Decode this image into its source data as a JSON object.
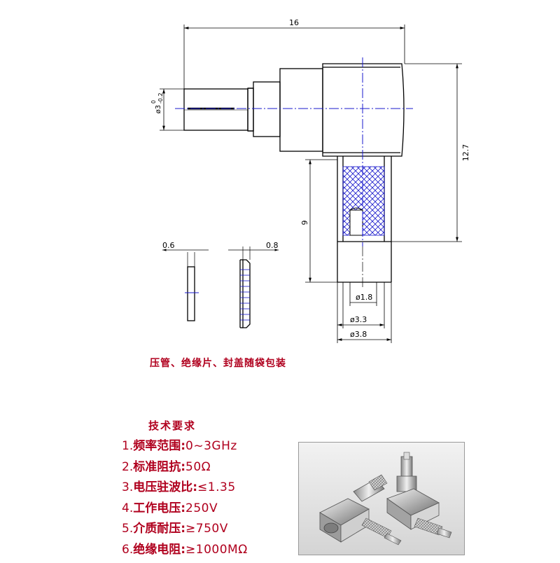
{
  "drawing": {
    "dims": {
      "overall_length": "16",
      "height": "12.7",
      "pin_length": "9",
      "pin_dia": "ø1.8",
      "insulator_dia": "ø3.3",
      "outer_dia": "ø3.8",
      "ferrule_dia_main": "ø3",
      "ferrule_tol_upper": "0",
      "ferrule_tol_lower": "-0.2",
      "washer_thin": "0.6",
      "washer_thick": "0.8"
    },
    "colors": {
      "outline": "#000000",
      "centerline": "#1a1acc",
      "hatch": "#1a1acc",
      "text_red": "#b0001e"
    }
  },
  "note": "压管、绝缘片、封盖随袋包装",
  "specs": {
    "title": "技术要求",
    "items": [
      {
        "num": "1.",
        "label": "频率范围:",
        "value": "0~3GHz"
      },
      {
        "num": "2.",
        "label": "标准阻抗:",
        "value": "50Ω"
      },
      {
        "num": "3.",
        "label": "电压驻波比:",
        "value": "≤1.35"
      },
      {
        "num": "4.",
        "label": "工作电压:",
        "value": "250V"
      },
      {
        "num": "5.",
        "label": "介质耐压:",
        "value": "≥750V"
      },
      {
        "num": "6.",
        "label": "绝缘电阻:",
        "value": "≥1000MΩ"
      }
    ]
  },
  "photo": {
    "subject": "right-angle-connector-product-photo"
  }
}
